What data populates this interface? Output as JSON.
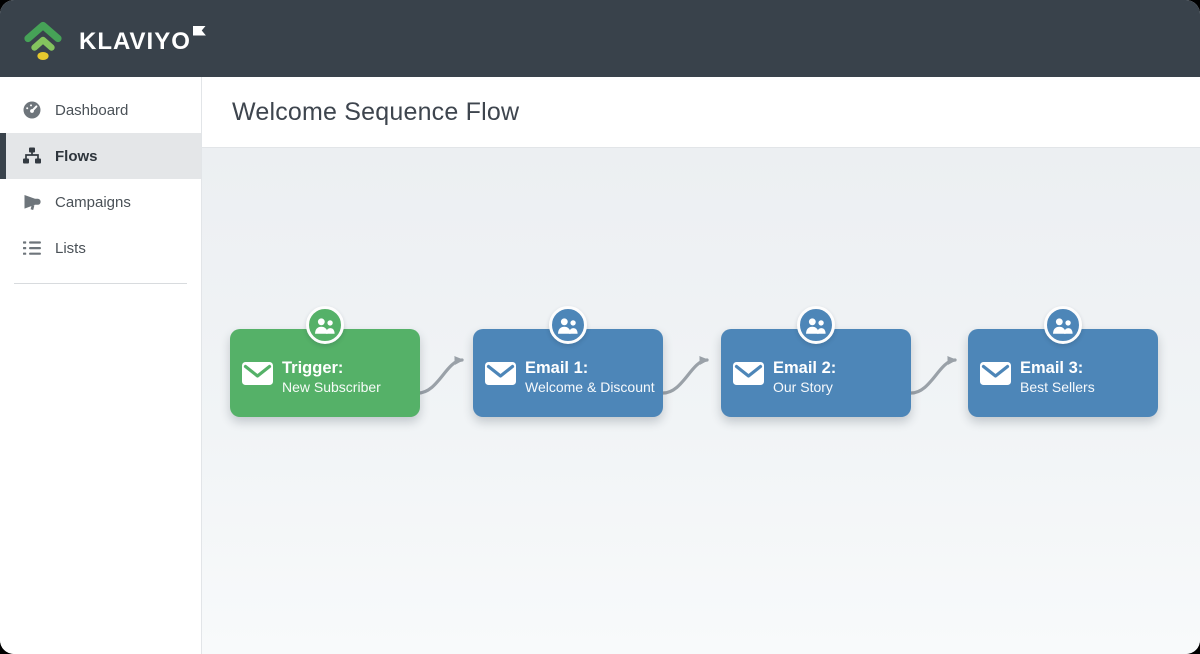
{
  "brand": {
    "name": "KLAVIYO"
  },
  "sidebar": {
    "items": [
      {
        "label": "Dashboard",
        "icon": "gauge-icon",
        "active": false
      },
      {
        "label": "Flows",
        "icon": "flow-icon",
        "active": true
      },
      {
        "label": "Campaigns",
        "icon": "megaphone-icon",
        "active": false
      },
      {
        "label": "Lists",
        "icon": "list-icon",
        "active": false
      }
    ]
  },
  "header": {
    "title": "Welcome Sequence Flow"
  },
  "flow": {
    "nodes": [
      {
        "kind": "trigger",
        "title": "Trigger:",
        "subtitle": "New Subscriber",
        "color": "#55b168"
      },
      {
        "kind": "email",
        "title": "Email 1:",
        "subtitle": "Welcome & Discount",
        "color": "#4d86b8"
      },
      {
        "kind": "email",
        "title": "Email 2:",
        "subtitle": "Our Story",
        "color": "#4d86b8"
      },
      {
        "kind": "email",
        "title": "Email 3:",
        "subtitle": "Best Sellers",
        "color": "#4d86b8"
      }
    ]
  },
  "colors": {
    "topbar": "#39424b",
    "trigger_green": "#55b168",
    "email_blue": "#4d86b8",
    "canvas_bg": "#eceff2",
    "connector_gray": "#9aa1a8",
    "logo_green_dark": "#46a257",
    "logo_green_light": "#84c45e",
    "logo_yellow": "#e6c82e"
  }
}
